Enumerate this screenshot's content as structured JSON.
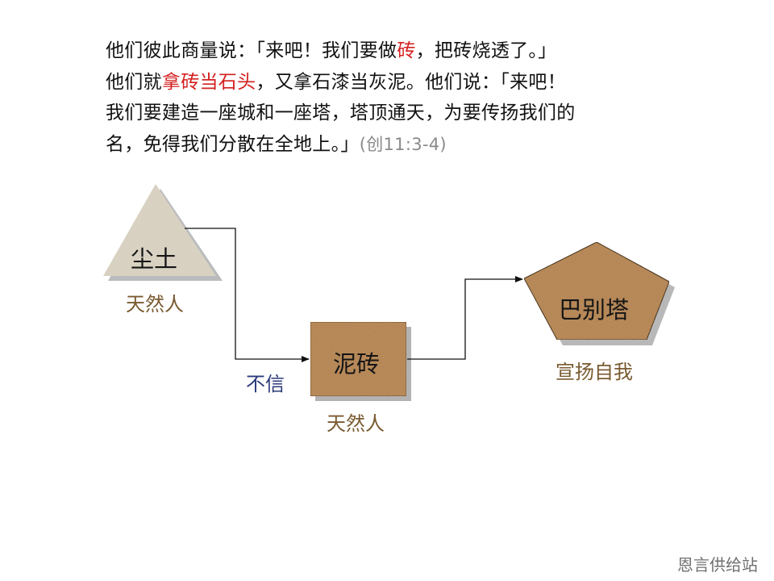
{
  "verse": {
    "lines": [
      [
        {
          "text": "他们彼此商量说：「来吧！我们要做",
          "style": "normal"
        },
        {
          "text": "砖",
          "style": "red"
        },
        {
          "text": "，把砖烧透了。」",
          "style": "normal"
        }
      ],
      [
        {
          "text": "他们就",
          "style": "normal"
        },
        {
          "text": "拿砖当石头",
          "style": "red"
        },
        {
          "text": "，又拿石漆当灰泥。他们说：「来吧！",
          "style": "normal"
        }
      ],
      [
        {
          "text": "我们要建造一座城和一座塔，塔顶通天，为要传扬我们的",
          "style": "normal"
        }
      ],
      [
        {
          "text": "名，免得我们分散在全地上。」",
          "style": "normal"
        },
        {
          "text": "(创11:3-4)",
          "style": "ref"
        }
      ]
    ]
  },
  "diagram": {
    "nodes": [
      {
        "id": "dust",
        "shape": "triangle",
        "text": "尘土",
        "caption": "天然人"
      },
      {
        "id": "brick",
        "shape": "rectangle",
        "text": "泥砖",
        "caption": "天然人"
      },
      {
        "id": "tower",
        "shape": "pentagon",
        "text": "巴别塔",
        "caption": "宣扬自我"
      }
    ],
    "edges": [
      {
        "from": "dust",
        "to": "brick",
        "label": "不信"
      },
      {
        "from": "brick",
        "to": "tower",
        "label": ""
      }
    ],
    "colors": {
      "dust_fill": "#d9d2c2",
      "brick_fill": "#b98a5a",
      "caption": "#7a5a30",
      "edge_label": "#2c3a7a",
      "highlight": "#d42020"
    }
  },
  "footer": {
    "text": "恩言供给站"
  }
}
